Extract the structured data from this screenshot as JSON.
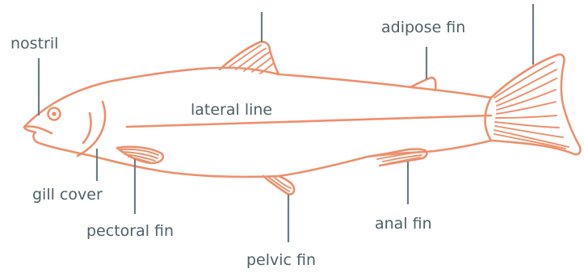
{
  "diagram": {
    "labels": {
      "nostril": "nostril",
      "adipose_fin": "adipose fin",
      "lateral_line": "lateral line",
      "gill_cover": "gill cover",
      "pectoral_fin": "pectoral fin",
      "pelvic_fin": "pelvic fin",
      "anal_fin": "anal fin"
    },
    "colors": {
      "fish_outline": "#ee8f6c",
      "leader_lines": "#6c7e84",
      "label_text": "#4f6066"
    }
  }
}
